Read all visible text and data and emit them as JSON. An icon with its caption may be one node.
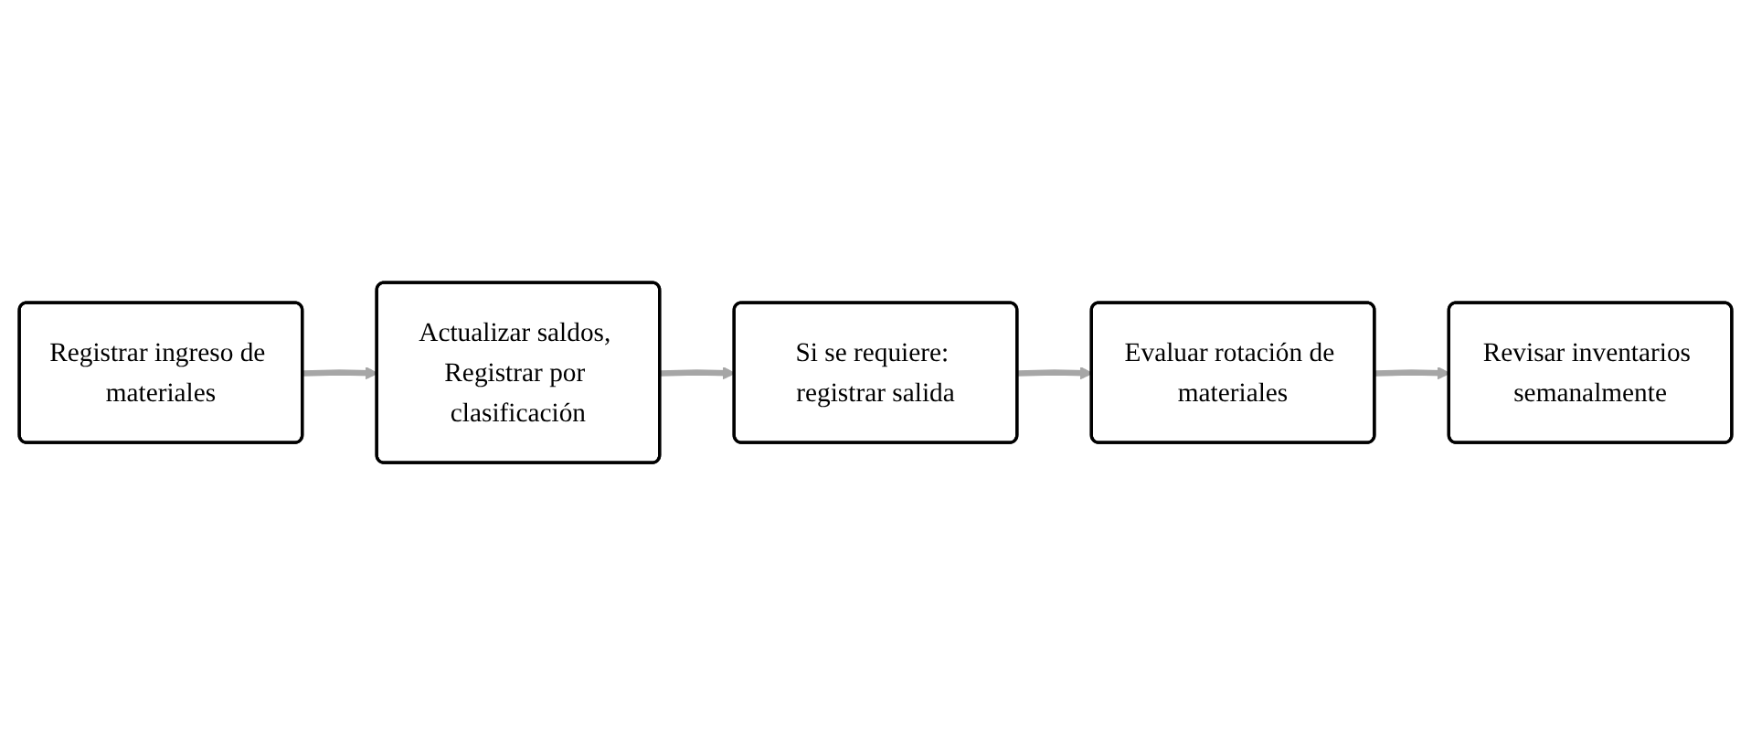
{
  "diagram": {
    "nodes": [
      {
        "text": [
          "Registrar ingreso de materiales"
        ]
      },
      {
        "text": [
          "Actualizar saldos, Registrar por clasificación"
        ]
      },
      {
        "text": [
          "Si se requiere: registrar salida"
        ]
      },
      {
        "text": [
          "Evaluar rotación de materiales"
        ]
      },
      {
        "text": [
          "Revisar inventarios semanalmente"
        ]
      }
    ],
    "edges": [
      {
        "from": 0,
        "to": 1,
        "arrow": "to"
      },
      {
        "from": 1,
        "to": 2,
        "arrow": "to"
      },
      {
        "from": 2,
        "to": 3,
        "arrow": "to"
      },
      {
        "from": 3,
        "to": 4,
        "arrow": "to"
      }
    ]
  }
}
